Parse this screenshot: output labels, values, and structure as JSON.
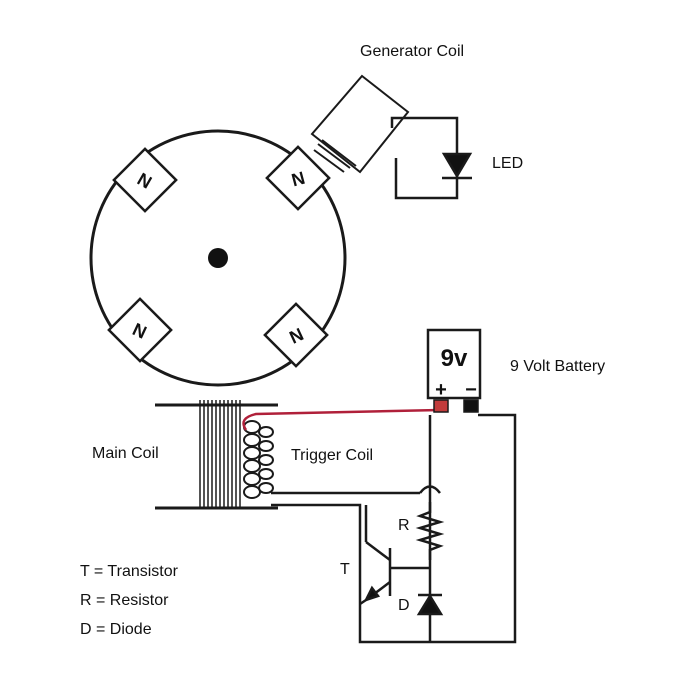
{
  "labels": {
    "generator_coil": "Generator Coil",
    "led": "LED",
    "battery": "9 Volt Battery",
    "battery_face": "9v",
    "battery_plus": "+",
    "battery_minus": "−",
    "main_coil": "Main Coil",
    "trigger_coil": "Trigger Coil",
    "resistor_letter": "R",
    "transistor_letter": "T",
    "diode_letter": "D",
    "magnet_letter": "N"
  },
  "legend": [
    "T = Transistor",
    "R = Resistor",
    "D = Diode"
  ],
  "colors": {
    "line": "#1a1a1a",
    "trigger_wire": "#b0203a",
    "terminal_red": "#c23b3b"
  }
}
